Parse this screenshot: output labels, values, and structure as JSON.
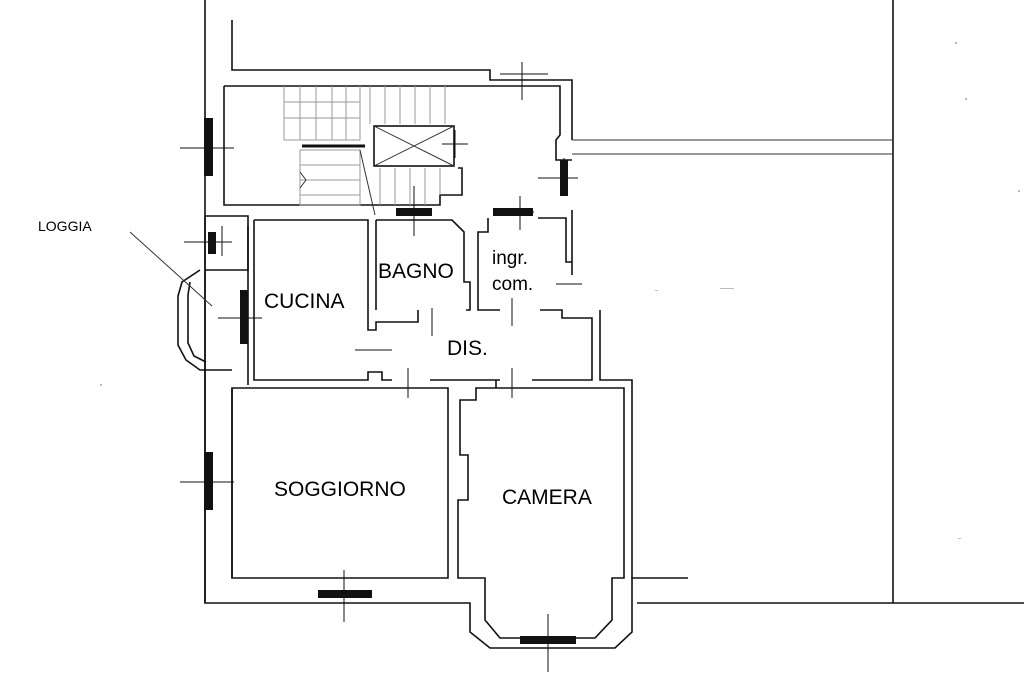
{
  "rooms": {
    "cucina": "CUCINA",
    "bagno": "BAGNO",
    "ingr_line1": "ingr.",
    "ingr_line2": "com.",
    "dis": "DIS.",
    "soggiorno": "SOGGIORNO",
    "camera": "CAMERA"
  },
  "annotations": {
    "loggia": "LOGGIA"
  },
  "colors": {
    "walls": "#111111",
    "stairs": "#9a9a9a",
    "background": "#ffffff"
  }
}
